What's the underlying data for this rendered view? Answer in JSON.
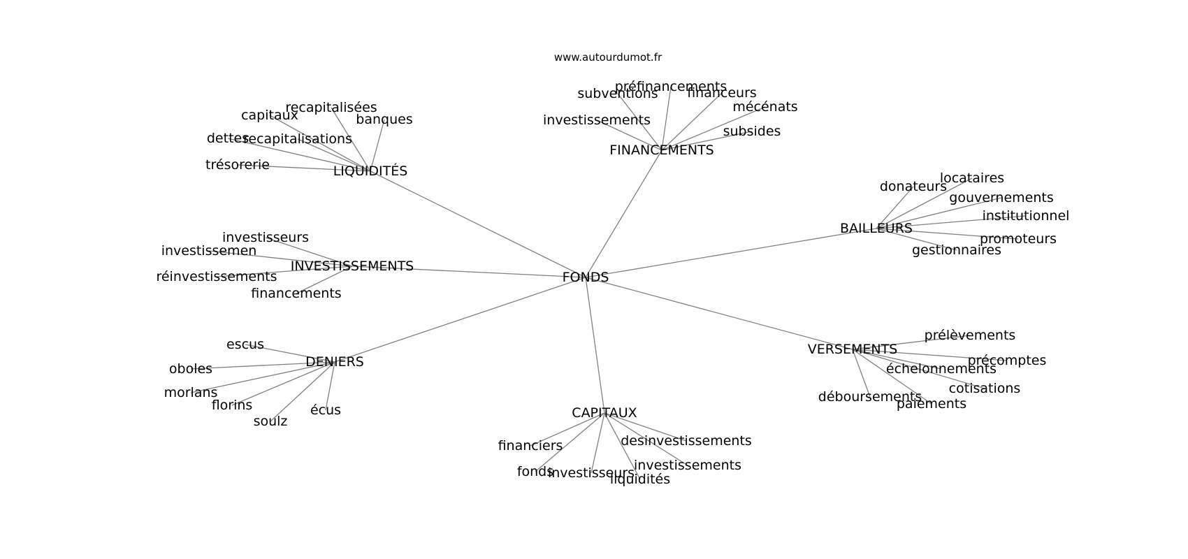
{
  "site": "www.autourdumot.fr",
  "graph": {
    "root": "FONDS",
    "groups": [
      {
        "label": "LIQUIDITÉS",
        "words": [
          "capitaux",
          "recapitalisées",
          "banques",
          "dettes",
          "recapitalisations",
          "trésorerie"
        ]
      },
      {
        "label": "FINANCEMENTS",
        "words": [
          "préfinancements",
          "subventions",
          "financeurs",
          "mécénats",
          "investissements",
          "subsides"
        ]
      },
      {
        "label": "BAILLEURS",
        "words": [
          "donateurs",
          "locataires",
          "gouvernements",
          "institutionnel",
          "promoteurs",
          "gestionnaires"
        ]
      },
      {
        "label": "INVESTISSEMENTS",
        "words": [
          "investisseurs",
          "investissemen",
          "réinvestissements",
          "financements"
        ]
      },
      {
        "label": "DENIERS",
        "words": [
          "escus",
          "oboles",
          "morlans",
          "florins",
          "soulz",
          "écus"
        ]
      },
      {
        "label": "VERSEMENTS",
        "words": [
          "prélèvements",
          "précomptes",
          "échelonnements",
          "cotisations",
          "déboursements",
          "paiements"
        ]
      },
      {
        "label": "CAPITAUX",
        "words": [
          "desinvestissements",
          "financiers",
          "investissements",
          "fonds",
          "investisseurs",
          "liquidités"
        ]
      }
    ]
  }
}
